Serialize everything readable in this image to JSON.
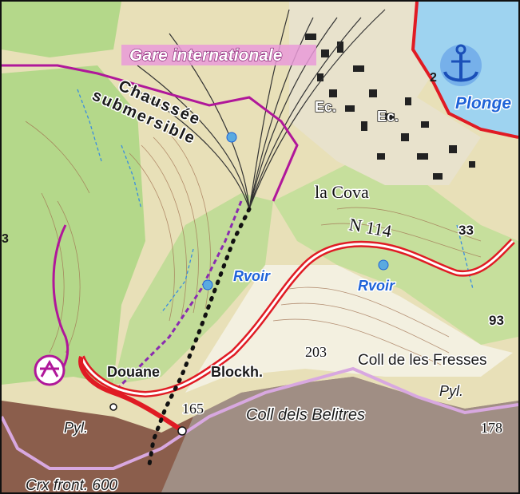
{
  "map": {
    "labels": {
      "gare": "Gare internationale",
      "chaussee_1": "Chaussée",
      "chaussee_2": "submersible",
      "ec_1": "Ec.",
      "ec_2": "Ec.",
      "plonge": "Plonge",
      "num_2": "2",
      "la_cova": "la Cova",
      "n114": "N 114",
      "num_33": "33",
      "rvoir_1": "Rvoir",
      "rvoir_2": "Rvoir",
      "num_93": "93",
      "num_203": "203",
      "coll_fresses": "Coll de les Fresses",
      "douane": "Douane",
      "blockh": "Blockh.",
      "pyl_left": "Pyl.",
      "pyl_right": "Pyl.",
      "num_165": "165",
      "coll_belitres": "Coll dels Belitres",
      "num_178": "178",
      "crx_front": "Crx front. 600",
      "num_3": "3"
    },
    "colors": {
      "terrain_light": "#e8e0b8",
      "forest_green": "#b4d88a",
      "water_blue": "#9ed3f0",
      "road_red": "#e01b24",
      "border_magenta": "#b0179a",
      "rock_brown": "#8b5e4c",
      "contour_brown": "#a07050"
    },
    "icons": {
      "harbor": "anchor-icon",
      "customs": "customs-post-icon"
    }
  }
}
